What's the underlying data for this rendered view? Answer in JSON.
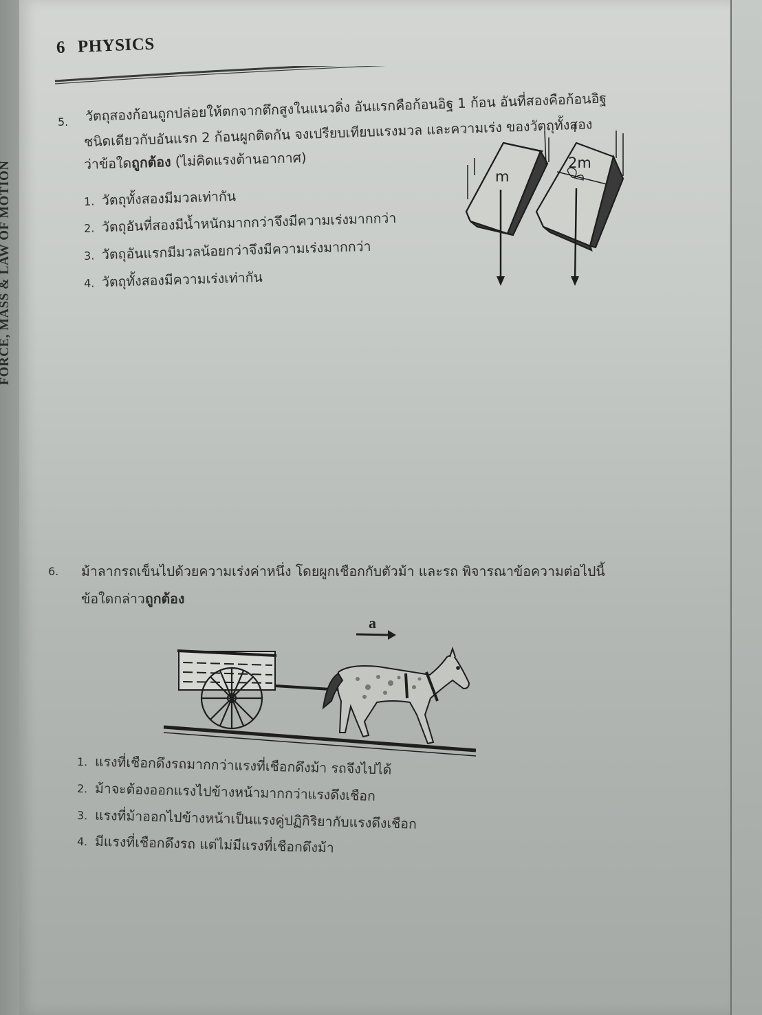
{
  "spine": {
    "text": "FORCE, MASS & LAW OF MOTION"
  },
  "header": {
    "page_number": "6",
    "title": "PHYSICS"
  },
  "questions": [
    {
      "number": "5.",
      "lines": [
        "วัตถุสองก้อนถูกปล่อยให้ตกจากตึกสูงในแนวดิ่ง อันแรกคือก้อนอิฐ 1 ก้อน อันที่สองคือก้อนอิฐ",
        "ชนิดเดียวกับอันแรก 2 ก้อนผูกติดกัน จงเปรียบเทียบแรงมวล และความเร่ง ของวัตถุทั้งสอง"
      ],
      "line3_prefix": "ว่าข้อใด",
      "line3_bold": "ถูกต้อง",
      "line3_suffix": " (ไม่คิดแรงต้านอากาศ)",
      "options": [
        {
          "n": "1.",
          "text": "วัตถุทั้งสองมีมวลเท่ากัน"
        },
        {
          "n": "2.",
          "text": "วัตถุอันที่สองมีน้ำหนักมากกว่าจึงมีความเร่งมากกว่า"
        },
        {
          "n": "3.",
          "text": "วัตถุอันแรกมีมวลน้อยกว่าจึงมีความเร่งมากกว่า"
        },
        {
          "n": "4.",
          "text": "วัตถุทั้งสองมีความเร่งเท่ากัน"
        }
      ],
      "figure": {
        "label_left": "m",
        "label_right": "2m"
      }
    },
    {
      "number": "6.",
      "line1": "ม้าลากรถเข็นไปด้วยความเร่งค่าหนึ่ง โดยผูกเชือกกับตัวม้า และรถ พิจารณาข้อความต่อไปนี้",
      "line2_prefix": "ข้อใดกล่าว",
      "line2_bold": "ถูกต้อง",
      "options": [
        {
          "n": "1.",
          "text": "แรงที่เชือกดึงรถมากกว่าแรงที่เชือกดึงม้า รถจึงไปได้"
        },
        {
          "n": "2.",
          "text": "ม้าจะต้องออกแรงไปข้างหน้ามากกว่าแรงดึงเชือก"
        },
        {
          "n": "3.",
          "text": "แรงที่ม้าออกไปข้างหน้าเป็นแรงคู่ปฏิกิริยากับแรงดึงเชือก"
        },
        {
          "n": "4.",
          "text": "มีแรงที่เชือกดึงรถ แต่ไม่มีแรงที่เชือกดึงม้า"
        }
      ],
      "figure": {
        "acceleration_label": "a"
      }
    }
  ]
}
